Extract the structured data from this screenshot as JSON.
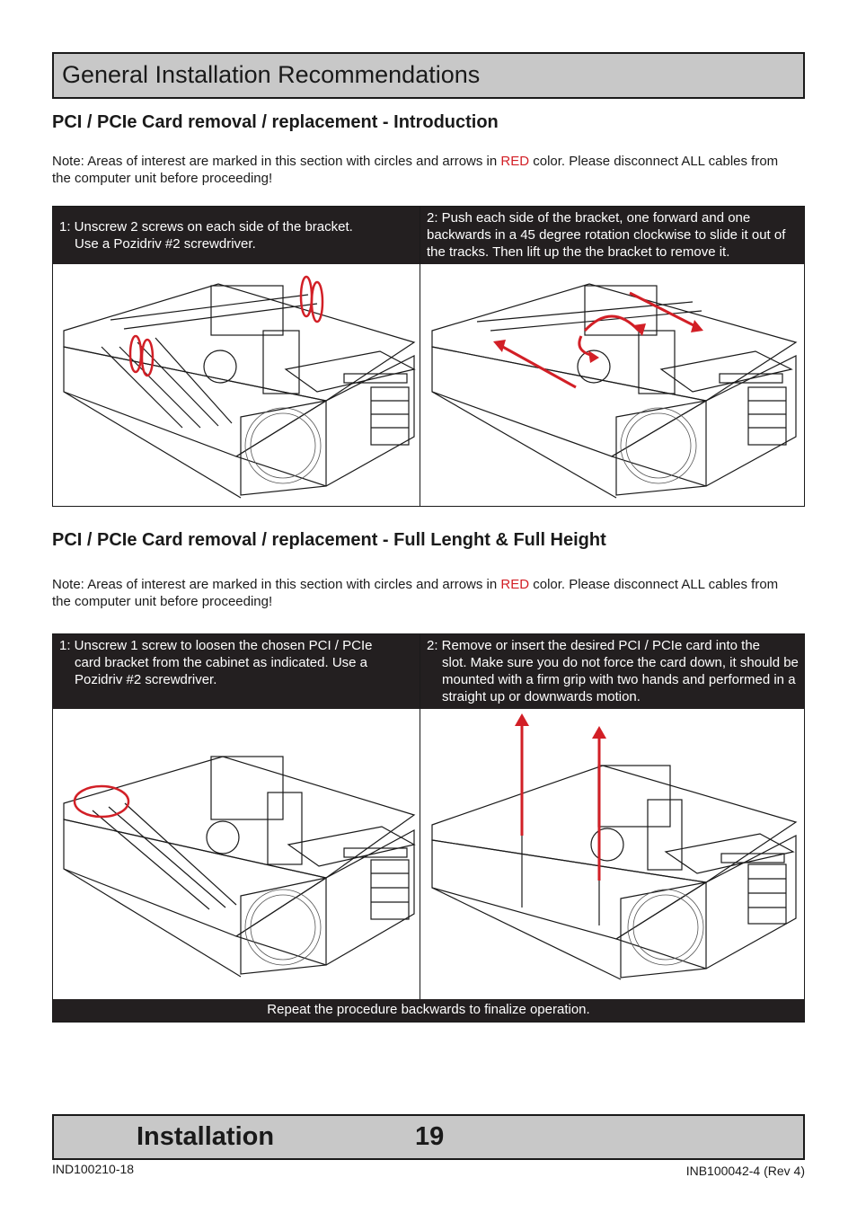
{
  "header": {
    "title": "General Installation Recommendations"
  },
  "section1": {
    "heading": "PCI / PCIe Card removal / replacement - Introduction",
    "note_before": "Note: Areas of interest are marked in this section with circles and arrows in ",
    "note_red": "RED",
    "note_after": " color. Please disconnect ALL cables from the computer unit before proceeding!",
    "step1_line1": "1: Unscrew 2 screws on each side of the bracket.",
    "step1_line2": "Use a Pozidriv #2 screwdriver.",
    "step2_text": "2: Push each side of the bracket, one forward and one backwards in a 45 degree rotation clockwise to slide it out of the tracks. Then lift up the the bracket to remove it."
  },
  "section2": {
    "heading": "PCI / PCIe Card removal / replacement - Full Lenght & Full Height",
    "note_before": "Note: Areas of interest are marked in this section with circles and arrows in ",
    "note_red": "RED",
    "note_after": " color. Please disconnect ALL cables from the computer unit before proceeding!",
    "step1_line1": "1: Unscrew 1 screw to loosen the chosen PCI / PCIe",
    "step1_cont": "card bracket from the cabinet as indicated. Use a Pozidriv #2 screwdriver.",
    "step2_line1": "2: Remove or insert the desired PCI / PCIe card into the",
    "step2_cont": "slot. Make sure you do not force the card down, it should be mounted with a firm grip with two hands and performed in a straight up or downwards motion.",
    "footer_note": "Repeat the procedure backwards to finalize operation."
  },
  "footer": {
    "title": "Installation",
    "page": "19",
    "doc_left": "IND100210-18",
    "doc_right": "INB100042-4 (Rev 4)"
  },
  "colors": {
    "accent_red": "#d21f26",
    "header_gray": "#c8c8c8",
    "step_bar": "#231f20"
  }
}
